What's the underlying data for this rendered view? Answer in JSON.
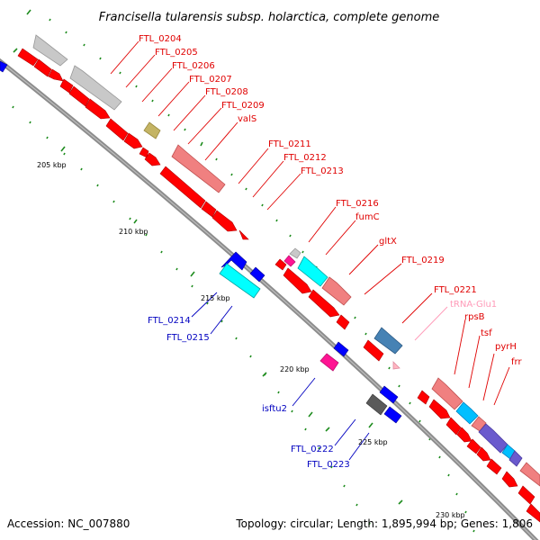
{
  "title": "Francisella tularensis subsp. holarctica, complete genome",
  "footer": {
    "accession": "Accession: NC_007880",
    "topology": "Topology: circular; Length: 1,895,994 bp; Genes: 1,806"
  },
  "colors": {
    "background": "#ffffff",
    "backbone": "#8c8c8c",
    "tick": "#1e8c1e",
    "cds": "#ff0000",
    "cds_light": "#f08080",
    "gray_feature": "#c8c8c8",
    "olive_feature": "#c4b464",
    "blue_feature": "#0000ff",
    "cyan_feature": "#00ffff",
    "magenta_feature": "#ff1493",
    "steelblue_feature": "#4682b4",
    "darkgray_feature": "#5a5a5a",
    "purple_feature": "#6a5acd",
    "trna": "#ffb6c1",
    "label_red": "#e00000",
    "label_blue": "#0000c0",
    "label_pink": "#ff9ab8"
  },
  "scale_labels": [
    "205 kbp",
    "210 kbp",
    "215 kbp",
    "220 kbp",
    "225 kbp",
    "230 kbp"
  ],
  "gene_labels_top": [
    "FTL_0204",
    "FTL_0205",
    "FTL_0206",
    "FTL_0207",
    "FTL_0208",
    "FTL_0209",
    "valS",
    "FTL_0211",
    "FTL_0212",
    "FTL_0213",
    "FTL_0216",
    "fumC",
    "gltX",
    "FTL_0219",
    "FTL_0221",
    "tRNA-Glu1",
    "rpsB",
    "tsf",
    "pyrH",
    "frr"
  ],
  "gene_labels_bottom": [
    "FTL_0214",
    "FTL_0215",
    "isftu2",
    "FTL_0222",
    "FTL_0223"
  ]
}
